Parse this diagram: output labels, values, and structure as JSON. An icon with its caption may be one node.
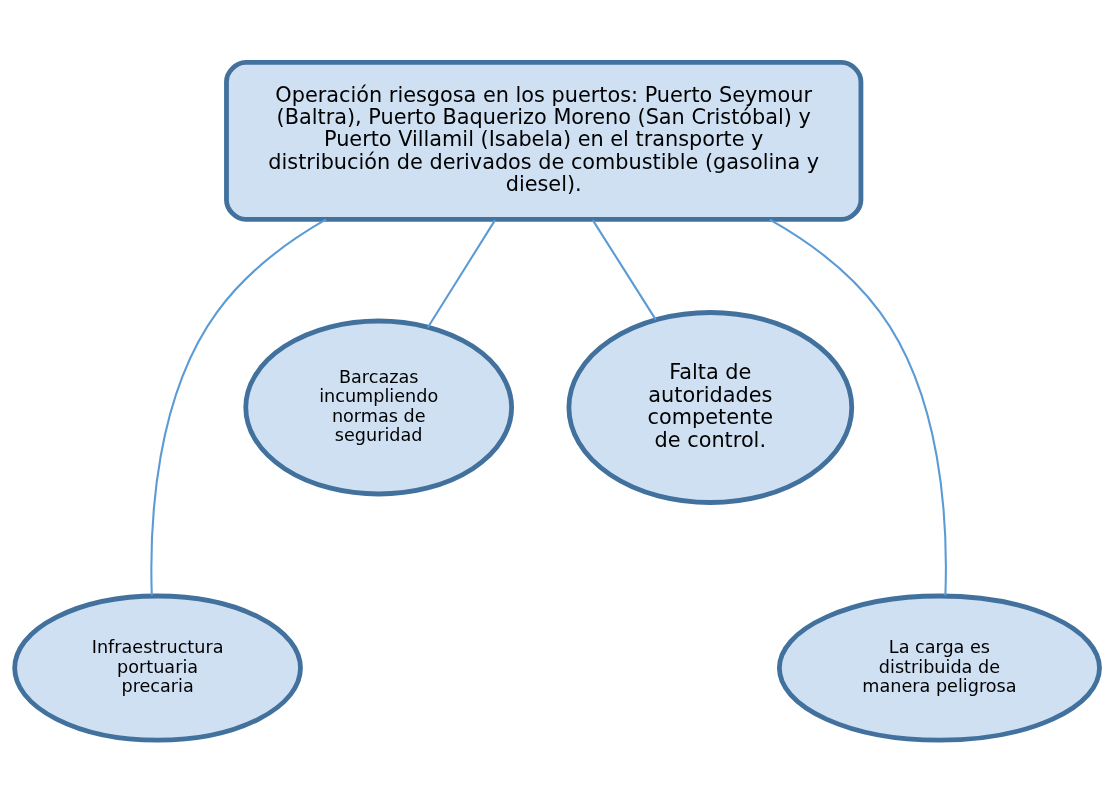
{
  "diagram": {
    "nodes": [
      {
        "text": [
          "Operación riesgosa en los puertos: Puerto Seymour (Baltra), Puerto Baquerizo Moreno (San Cristóbal) y Puerto Villamil (Isabela) en el transporte y distribución de derivados de combustible (gasolina y diesel)."
        ]
      },
      {
        "text": [
          "Infraestructura portuaria precaria"
        ]
      },
      {
        "text": [
          "La carga es distribuida de manera peligrosa"
        ]
      },
      {
        "text": [
          "Barcazas incumpliendo normas de seguridad"
        ]
      },
      {
        "text": [
          "Falta de autoridades competente de control."
        ]
      }
    ],
    "edges": [
      {
        "from": 0,
        "to": 1,
        "arrow": "none"
      },
      {
        "from": 0,
        "to": 3,
        "arrow": "none"
      },
      {
        "from": 0,
        "to": 4,
        "arrow": "none"
      },
      {
        "from": 0,
        "to": 2,
        "arrow": "none"
      }
    ]
  }
}
